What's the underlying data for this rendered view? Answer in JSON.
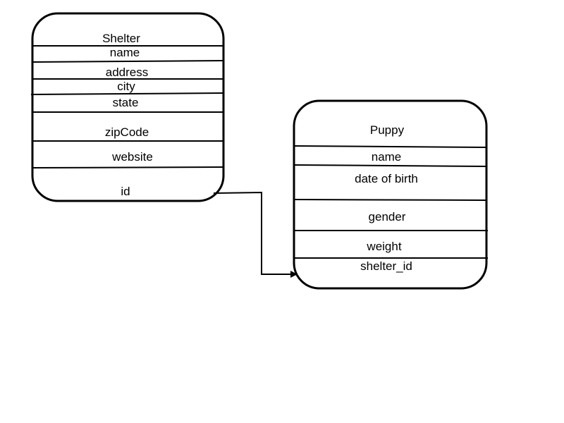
{
  "diagram": {
    "shelter": {
      "title": "Shelter",
      "fields": [
        "name",
        "address",
        "city",
        "state",
        "zipCode",
        "website",
        "id"
      ]
    },
    "puppy": {
      "title": "Puppy",
      "fields": [
        "name",
        "date of birth",
        "gender",
        "weight",
        "shelter_id"
      ]
    },
    "relationship": {
      "from": "id",
      "to": "shelter_id"
    }
  },
  "colors": {
    "stroke": "#000000",
    "background": "#ffffff"
  }
}
